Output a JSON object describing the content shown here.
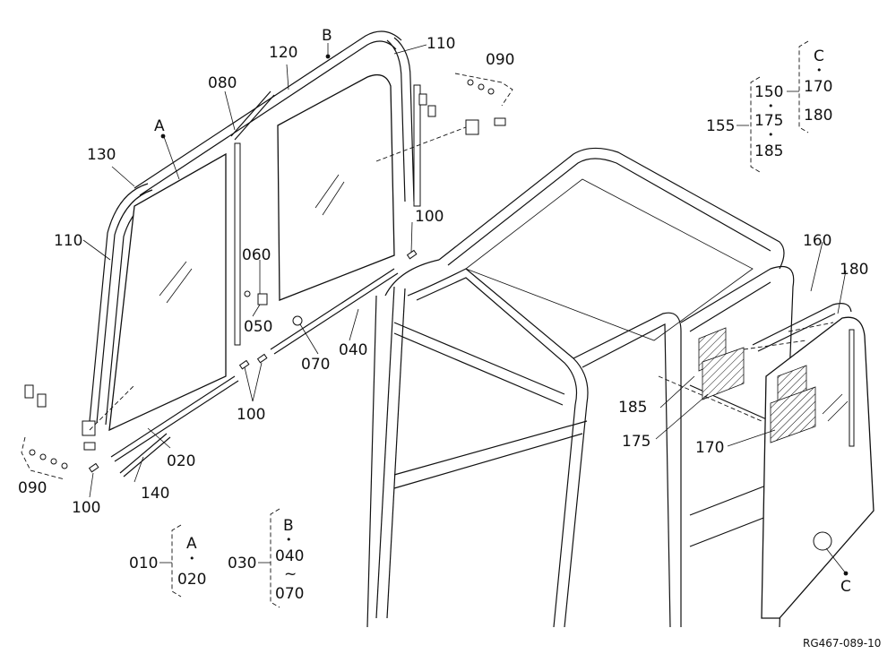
{
  "callouts": {
    "c120": "120",
    "cB_top": "B",
    "c110_top": "110",
    "c090_top": "090",
    "c080": "080",
    "cA_top": "A",
    "c130": "130",
    "c110_left": "110",
    "c100_mid": "100",
    "c060": "060",
    "c050": "050",
    "c070": "070",
    "c040": "040",
    "c100_low": "100",
    "c020": "020",
    "c090_low": "090",
    "c140": "140",
    "c100_bot": "100",
    "c160": "160",
    "c180_right": "180",
    "c185": "185",
    "c175": "175",
    "c170": "170",
    "cC_bot": "C"
  },
  "legend_top": {
    "group": "155",
    "items": [
      "150",
      "175",
      "185"
    ],
    "sub_group": "C",
    "sub_items": [
      "170",
      "180"
    ]
  },
  "legend_bottom": {
    "g010": "010",
    "g010_a": "A",
    "g010_b": "020",
    "g030": "030",
    "g030_a": "B",
    "g030_b": "040",
    "g030_tilde": "~",
    "g030_c": "070"
  },
  "dot": "•",
  "drawing_code": "RG467-089-10"
}
